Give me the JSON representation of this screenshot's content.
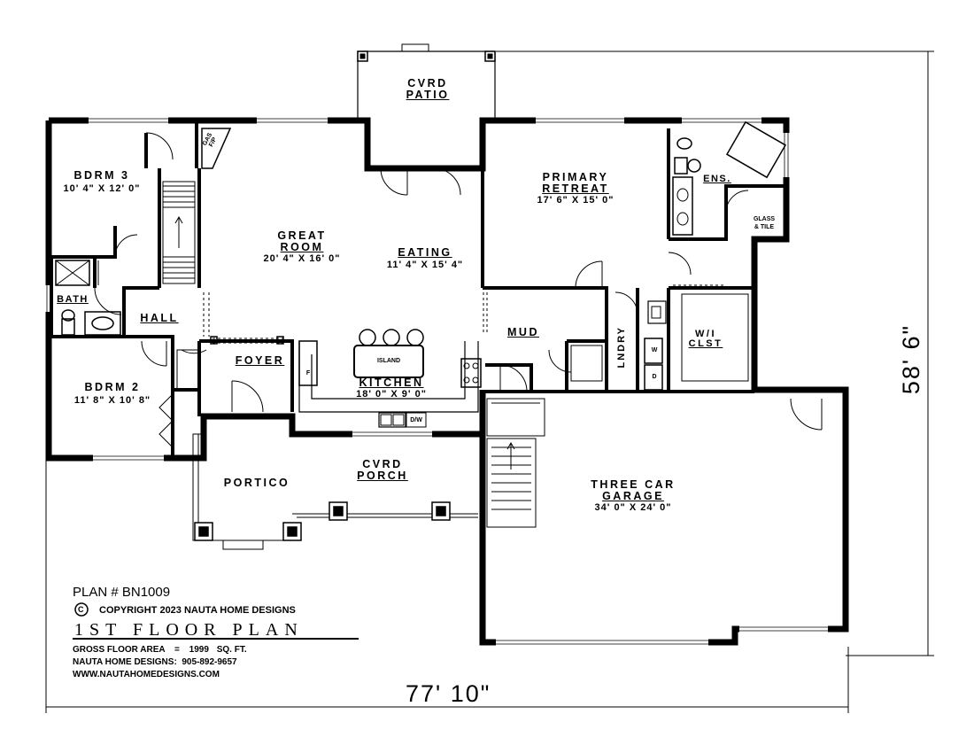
{
  "rooms": {
    "cvrd_patio": {
      "name_line1": "CVRD",
      "name_line2": "PATIO"
    },
    "bdrm3": {
      "name": "BDRM 3",
      "dims": "10' 4\" X 12' 0\""
    },
    "gas_fp": {
      "line1": "GAS",
      "line2": "F/P"
    },
    "great_room": {
      "name_line1": "GREAT",
      "name_line2": "ROOM",
      "dims": "20' 4\" X 16' 0\""
    },
    "eating": {
      "name": "EATING",
      "dims": "11' 4\" X 15' 4\""
    },
    "primary": {
      "name_line1": "PRIMARY",
      "name_line2": "RETREAT",
      "dims": "17' 6\" X 15' 0\""
    },
    "ens": {
      "name": "ENS."
    },
    "glass_tile": {
      "line1": "GLASS",
      "line2": "& TILE"
    },
    "bath": {
      "name": "BATH"
    },
    "hall": {
      "name": "HALL"
    },
    "mud": {
      "name": "MUD"
    },
    "lndry": {
      "name": "LNDRY",
      "washer": "W",
      "dryer": "D"
    },
    "wic": {
      "name_line1": "W/I",
      "name_line2": "CLST"
    },
    "foyer": {
      "name": "FOYER"
    },
    "island": {
      "name": "ISLAND"
    },
    "kitchen": {
      "name": "KITCHEN",
      "dims": "18' 0\" X 9' 0\"",
      "fridge": "F",
      "dishwasher": "D/W"
    },
    "bdrm2": {
      "name": "BDRM 2",
      "dims": "11' 8\" X 10' 8\""
    },
    "portico": {
      "name": "PORTICO"
    },
    "cvrd_porch": {
      "name_line1": "CVRD",
      "name_line2": "PORCH"
    },
    "garage": {
      "name_line1": "THREE CAR",
      "name_line2": "GARAGE",
      "dims": "34' 0\" X 24' 0\""
    }
  },
  "dimensions": {
    "width": "77' 10\"",
    "depth": "58' 6\""
  },
  "title_block": {
    "plan_number": "PLAN # BN1009",
    "copyright_symbol": "C",
    "copyright": "COPYRIGHT 2023 NAUTA HOME DESIGNS",
    "title": "1ST FLOOR PLAN",
    "gross_area_label": "GROSS FLOOR AREA",
    "gross_area_eq": "=",
    "gross_area_value": "1999",
    "gross_area_unit": "SQ. FT.",
    "phone_line": "NAUTA HOME DESIGNS:  905-892-9657",
    "website": "WWW.NAUTAHOMEDESIGNS.COM"
  },
  "colors": {
    "ink": "#000000",
    "paper": "#ffffff",
    "hatch": "#555555"
  }
}
